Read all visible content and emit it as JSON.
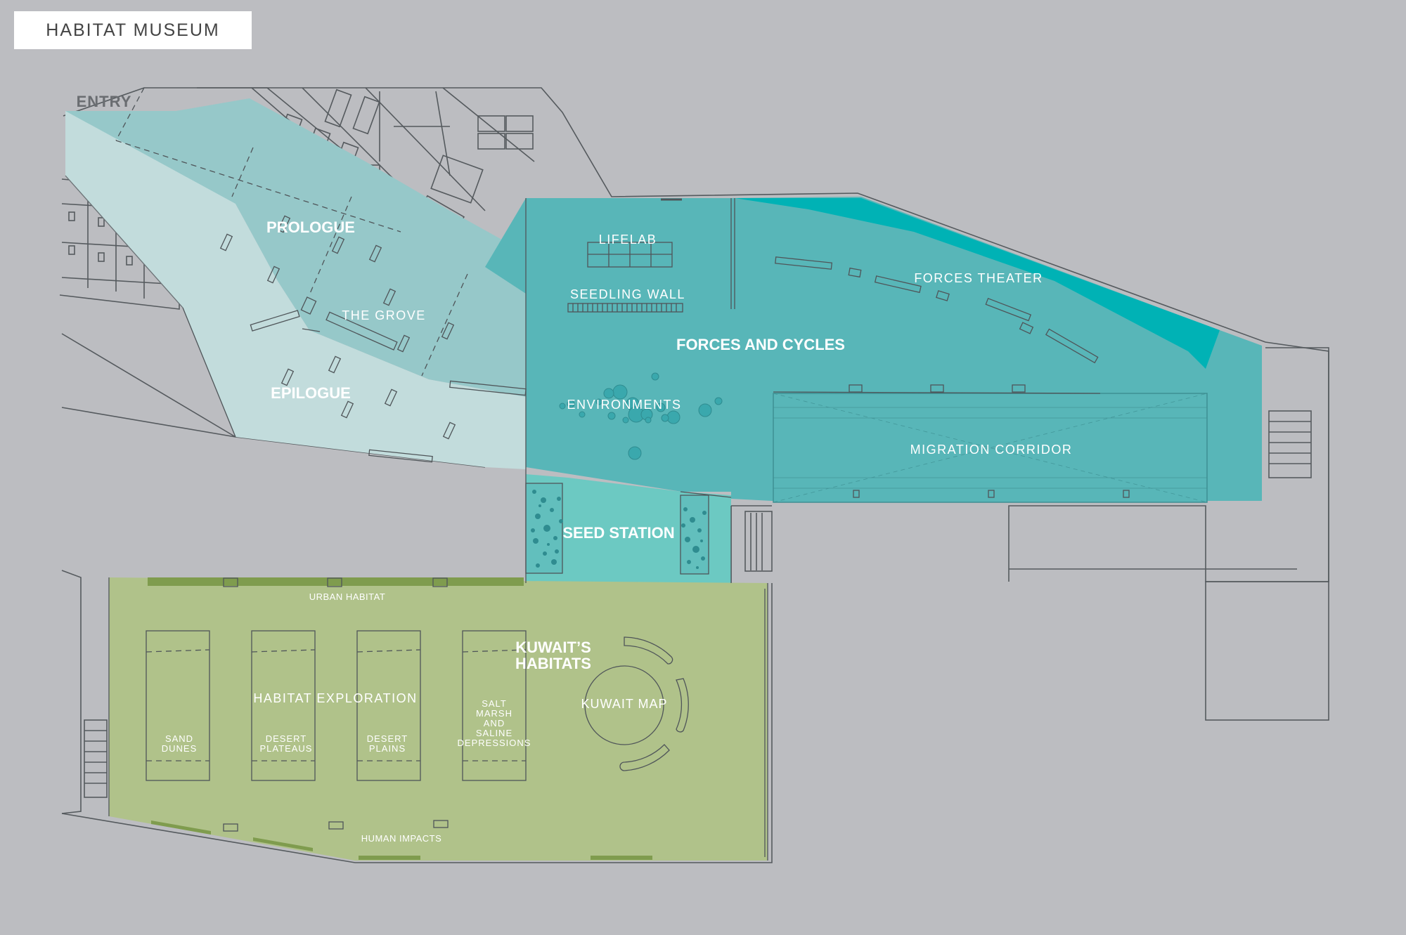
{
  "title": "HABITAT MUSEUM",
  "colors": {
    "background": "#bcbdc1",
    "light_teal": "#c2dcdc",
    "mid_teal": "#96c8c9",
    "teal": "#58b6b8",
    "bright_teal": "#00b2b5",
    "seed_teal": "#6cc9c2",
    "green": "#b0c28a",
    "dark_green": "#7f9c4e",
    "line": "#555a5e"
  },
  "labels": {
    "entry": "ENTRY",
    "prologue": "PROLOGUE",
    "the_grove": "THE GROVE",
    "epilogue": "EPILOGUE",
    "lifelab": "LIFELAB",
    "seedling_wall": "SEEDLING WALL",
    "forces_theater": "FORCES THEATER",
    "forces_and_cycles": "FORCES AND CYCLES",
    "environments": "ENVIRONMENTS",
    "migration_corridor": "MIGRATION CORRIDOR",
    "seed_station": "SEED STATION",
    "urban_habitat": "URBAN HABITAT",
    "kuwaits_habitats_1": "KUWAIT’S",
    "kuwaits_habitats_2": "HABITATS",
    "habitat_exploration": "HABITAT EXPLORATION",
    "kuwait_map": "KUWAIT MAP",
    "human_impacts": "HUMAN IMPACTS",
    "sand_dunes_1": "SAND",
    "sand_dunes_2": "DUNES",
    "desert_plateaus_1": "DESERT",
    "desert_plateaus_2": "PLATEAUS",
    "desert_plains_1": "DESERT",
    "desert_plains_2": "PLAINS",
    "salt_marsh_1": "SALT",
    "salt_marsh_2": "MARSH",
    "salt_marsh_3": "AND",
    "salt_marsh_4": "SALINE",
    "salt_marsh_5": "DEPRESSIONS"
  }
}
